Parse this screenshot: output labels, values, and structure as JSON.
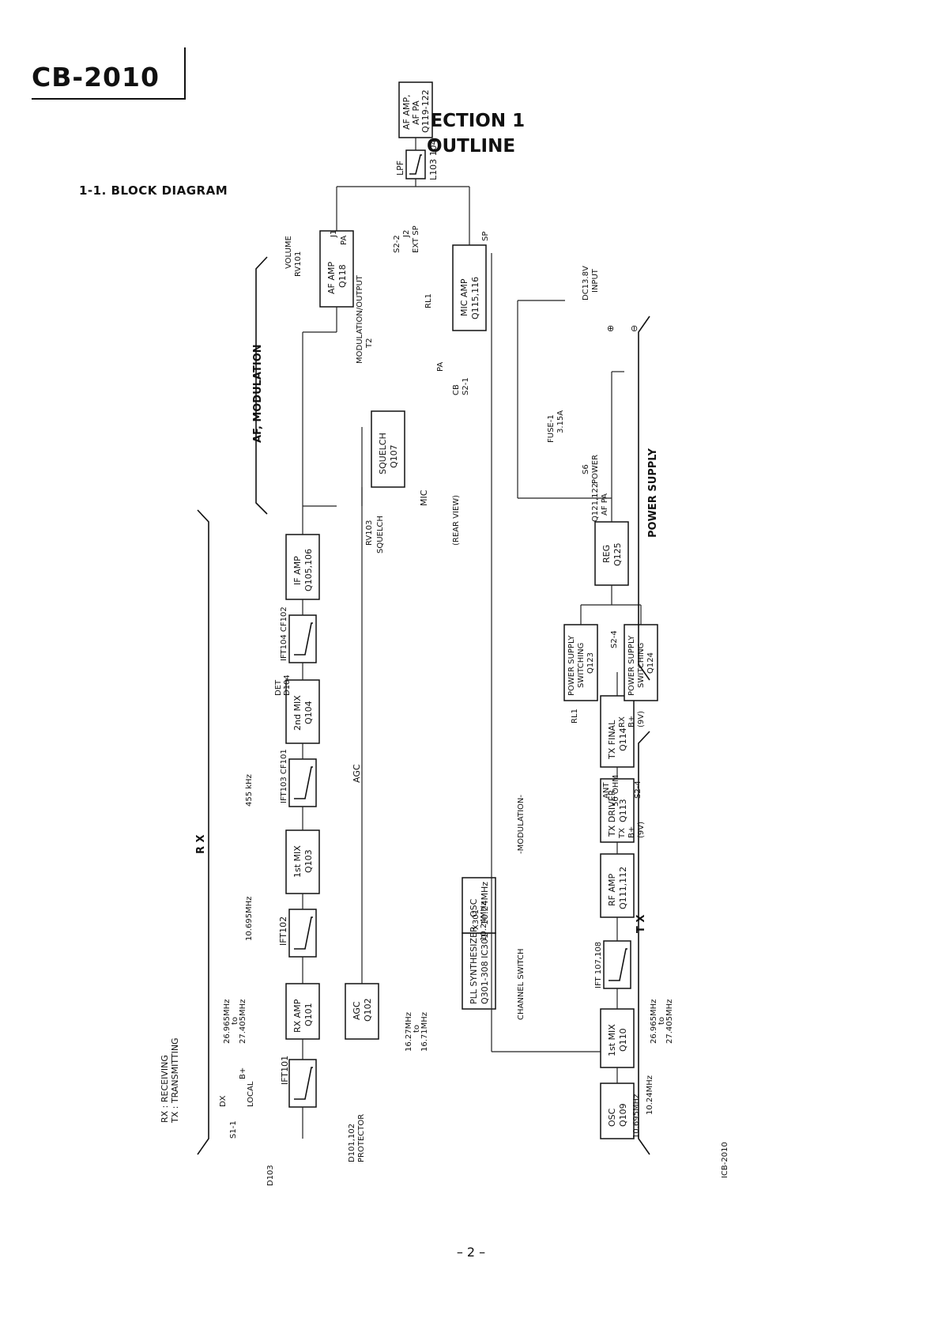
{
  "header": {
    "model": "CB-2010",
    "section_title": "SECTION 1",
    "section_subtitle": "OUTLINE",
    "subsection": "1-1.  BLOCK DIAGRAM"
  },
  "footer": {
    "page_number": "– 2 –",
    "drawing_id": "ICB-2010"
  },
  "legend": [
    "RX : RECEIVING",
    "TX : TRANSMITTING"
  ],
  "groups": {
    "rx": "R X",
    "tx": "T X",
    "af": "AF, MODULATION",
    "power": "POWER SUPPLY"
  },
  "rx_chain": [
    {
      "l1": "",
      "l2": "IFT101"
    },
    {
      "l1": "RX AMP",
      "l2": "Q101"
    },
    {
      "l1": "",
      "l2": "IFT102"
    },
    {
      "l1": "1st MIX",
      "l2": "Q103"
    },
    {
      "l1": "",
      "l2": "IFT103 CF101"
    },
    {
      "l1": "2nd MIX",
      "l2": "Q104"
    },
    {
      "l1": "",
      "l2": "IFT104 CF102"
    },
    {
      "l1": "IF AMP",
      "l2": "Q105,106"
    }
  ],
  "tx_chain": [
    {
      "l1": "OSC",
      "l2": "Q109"
    },
    {
      "l1": "1st MIX",
      "l2": "Q110"
    },
    {
      "l1": "",
      "l2": "IFT 107,108"
    },
    {
      "l1": "RF AMP",
      "l2": "Q111,112"
    },
    {
      "l1": "TX DRIVER",
      "l2": "Q113"
    },
    {
      "l1": "TX FINAL",
      "l2": "Q114"
    }
  ],
  "blocks": {
    "agc": {
      "l1": "AGC",
      "l2": "Q102"
    },
    "squelch": {
      "l1": "SQUELCH",
      "l2": "Q107"
    },
    "af_amp": {
      "l1": "AF AMP",
      "l2": "Q118"
    },
    "mic_amp": {
      "l1": "MIC AMP",
      "l2": "Q115,116"
    },
    "af_pa": {
      "l1": "AF AMP,",
      "l2": "AF PA",
      "l3": "Q119-122"
    },
    "lpf": {
      "l1": "LPF",
      "l2": "L103 104"
    },
    "reg": {
      "l1": "REG",
      "l2": "Q125"
    },
    "ps1": {
      "l1": "POWER SUPPLY",
      "l2": "SWITCHING",
      "l3": "Q123"
    },
    "ps2": {
      "l1": "POWER SUPPLY",
      "l2": "SWITCHING",
      "l3": "Q124"
    },
    "pll": {
      "l1": "PLL SYNTHESIZER",
      "l2": "Q301-308 IC301"
    },
    "osc_pll": {
      "l1": "OSC",
      "l2": "10.24MHz"
    }
  },
  "labels": {
    "s1": "S1-1",
    "dx": "DX",
    "local": "LOCAL",
    "bplus": "B+",
    "d103": "D103",
    "protector1": "D101,102",
    "protector2": "PROTECTOR",
    "freq_rx1": "26.965MHz",
    "freq_rx_to": "to",
    "freq_rx2": "27.405MHz",
    "freq_if1": "10.695MHz",
    "freq_if2": "455 kHz",
    "agc_line": "AGC",
    "det1": "DET",
    "det2": "D104",
    "rv103": "RV103",
    "squelch_ctl": "SQUELCH",
    "rv101": "RV101",
    "volume": "VOLUME",
    "pa": "PA",
    "cb": "CB",
    "s2_1": "S2-1",
    "s2_2": "S2-2",
    "mic": "MIC",
    "rear": "(REAR VIEW)",
    "t2": "T2",
    "modout": "MODULATION/OUTPUT",
    "j1": "J1",
    "j1_box": "PA",
    "j2": "J2",
    "j2_box": "EXT SP",
    "sp": "SP",
    "rl1": "RL1",
    "dc1": "DC13.8V",
    "dc2": "INPUT",
    "plus": "⊕",
    "minus": "⊖",
    "fuse1": "FUSE-1",
    "fuse2": "3.15A",
    "s6": "S6",
    "power_box": "POWER",
    "q121a": "Q121,122",
    "q121b": "AF PA",
    "s2_4a": "S2-4",
    "s2_4b": "S2-4",
    "rl1_out": "RL1",
    "rxb1": "RX",
    "rxb2": "B+",
    "rxb3": "(9V)",
    "txb1": "TX",
    "txb2": "B+",
    "txb3": "(9V)",
    "ant1": "ANT",
    "ant2": "50 OHM",
    "modulation": "-MODULATION-",
    "x301a": "X301",
    "x301b": "10.24MHz",
    "pll_f1": "16.27MHz",
    "pll_to": "to",
    "pll_f2": "16.71MHz",
    "channel": "CHANNEL SWITCH",
    "tx_f1": "26.965MHz",
    "tx_to": "to",
    "tx_f2": "27.405MHz",
    "tx_1024": "10.24MHz",
    "tx_osc": "10.695MHz"
  }
}
